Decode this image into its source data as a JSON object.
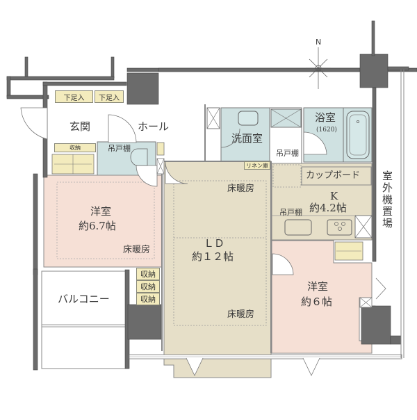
{
  "compass": {
    "label": "N"
  },
  "rooms": {
    "genkan": {
      "label": "玄関"
    },
    "hall": {
      "label": "ホール"
    },
    "washroom": {
      "label": "洗面室"
    },
    "bathroom": {
      "label": "浴室",
      "size": "(1620)"
    },
    "kitchen": {
      "label": "K",
      "area": "約4.2帖"
    },
    "ld": {
      "label": "ＬＤ",
      "area": "約１２帖"
    },
    "western_room_1": {
      "label": "洋室",
      "area": "約6.7帖"
    },
    "western_room_2": {
      "label": "洋室",
      "area": "約６帖"
    },
    "balcony": {
      "label": "バルコニー"
    },
    "outdoor_unit": {
      "label": "室外機置場"
    }
  },
  "storage": {
    "shoe_1": "下足入",
    "shoe_2": "下足入",
    "genkan_storage": "収納",
    "toilet_cabinet": "吊戸棚",
    "wash_cabinet": "吊戸棚",
    "linen": "リネン庫",
    "cupboard": "カップボード",
    "kitchen_cabinet": "吊戸棚",
    "closet_1": "収納",
    "closet_2": "収納",
    "closet_3": "収納"
  },
  "floor_heating": {
    "room1": "床暖房",
    "ld_top": "床暖房",
    "ld_bottom": "床暖房"
  },
  "colors": {
    "wall": "#6b6b6b",
    "wet_area": "#cfe1e1",
    "ld_floor": "#e6dfc8",
    "bedroom": "#f6e0d6",
    "storage": "#f3ebbd"
  }
}
